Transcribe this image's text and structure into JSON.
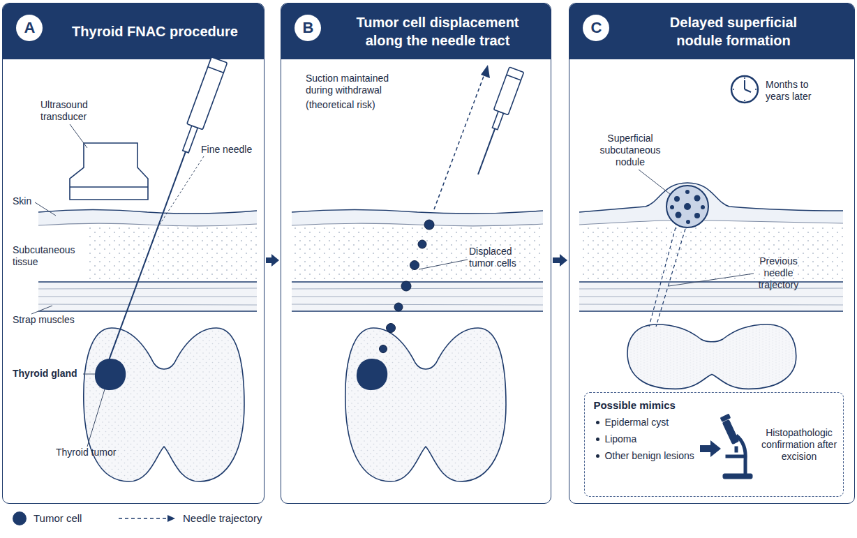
{
  "diagram": {
    "nodes": [
      {
        "text": [
          "Thyroid FNAC procedure"
        ]
      },
      {
        "text": [
          "A"
        ],
        "in": 0
      },
      {
        "text": [
          "Tumor cell displacement along the needle tract"
        ]
      },
      {
        "text": [
          "B"
        ],
        "in": 2
      },
      {
        "text": [
          "Delayed superficial nodule formation"
        ]
      },
      {
        "text": [
          "C"
        ],
        "in": 4
      },
      {
        "text": [
          "Possible mimics",
          "Epidermal cyst",
          "Lipoma",
          "Other benign lesions"
        ],
        "in": 4
      }
    ],
    "edges": [
      {
        "from": 0,
        "to": 2,
        "arrow": "to"
      },
      {
        "from": 2,
        "to": 4,
        "arrow": "to"
      }
    ],
    "labels": [
      "Ultrasound transducer",
      "Fine needle",
      "Skin",
      "Subcutaneous tissue",
      "Strap muscles",
      "Thyroid gland",
      "Thyroid tumor",
      "Suction maintained during withdrawal",
      "(theoretical risk)",
      "Displaced tumor cells",
      "Months to years later",
      "Superficial subcutaneous nodule",
      "Previous needle trajectory",
      "Histopathologic confirmation after excision"
    ],
    "legend": [
      {
        "text": "Tumor cell",
        "color": "#1d3a6b"
      },
      {
        "text": "Needle trajectory"
      }
    ]
  }
}
